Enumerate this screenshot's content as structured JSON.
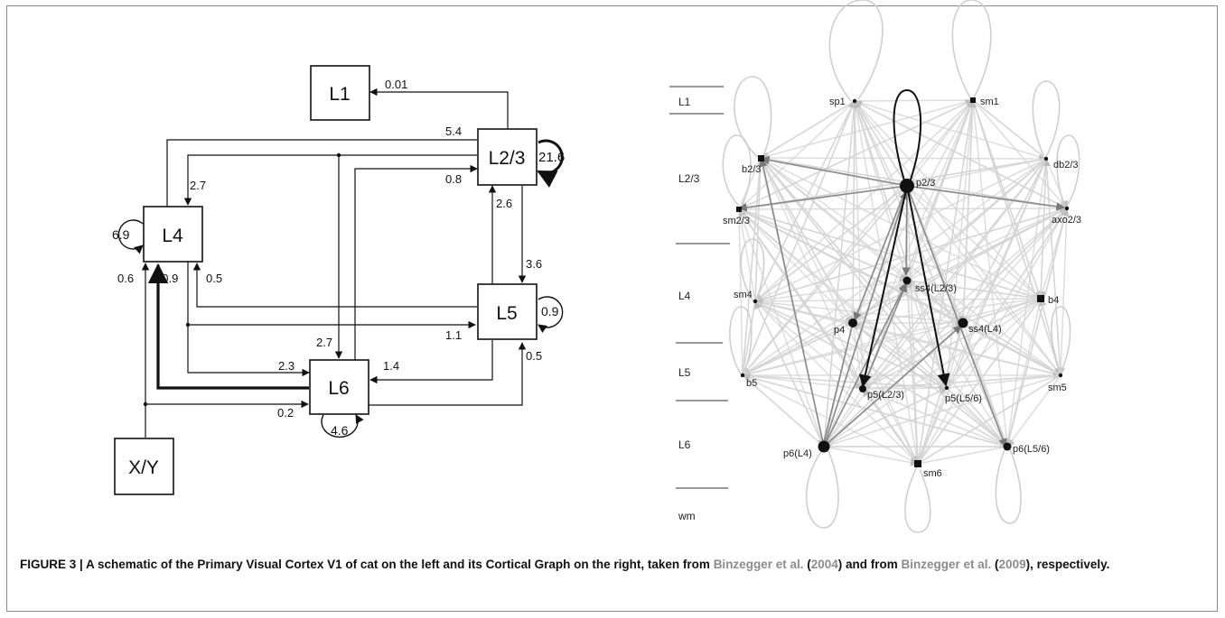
{
  "left": {
    "boxes": {
      "L1": "L1",
      "L23": "L2/3",
      "L4": "L4",
      "L5": "L5",
      "L6": "L6",
      "XY": "X/Y"
    },
    "self_loops": {
      "L23": "21.6",
      "L4": "6.9",
      "L5": "0.9",
      "L6": "4.6"
    },
    "weights": {
      "L23_L1": "0.01",
      "L23_L4": "5.4",
      "L23_L4b": "2.7",
      "L6_L23": "0.8",
      "L5_L23": "2.6",
      "L23_L5": "3.6",
      "XY_L4": "0.6",
      "L6_L4": "10.9",
      "L5_L4": "0.5",
      "L4_L5": "1.1",
      "L23_L6": "2.7",
      "L4_L6": "2.3",
      "L5_L6": "1.4",
      "XY_L6": "0.2",
      "L6_L5": "0.5"
    }
  },
  "right": {
    "layers": [
      "L1",
      "L2/3",
      "L4",
      "L5",
      "L6",
      "wm"
    ],
    "nodes": {
      "sp1": "sp1",
      "sm1": "sm1",
      "b23": "b2/3",
      "db23": "db2/3",
      "p23": "p2/3",
      "sm23": "sm2/3",
      "axo23": "axo2/3",
      "ss4L23": "ss4(L2/3)",
      "sm4": "sm4",
      "b4": "b4",
      "p4": "p4",
      "ss4L4": "ss4(L4)",
      "b5": "b5",
      "p5L23": "p5(L2/3)",
      "p5L56": "p5(L5/6)",
      "sm5": "sm5",
      "p6L4": "p6(L4)",
      "sm6": "sm6",
      "p6L56": "p6(L5/6)"
    }
  },
  "caption": {
    "prefix": "FIGURE 3 | A schematic of the Primary Visual Cortex V1 of cat on the left and its Cortical Graph on the right, taken from ",
    "ref1": "Binzegger et al.",
    "year1": "2004",
    "mid": ") and from ",
    "ref2": "Binzegger et al.",
    "year2": "2009",
    "suffix": "), respectively."
  }
}
